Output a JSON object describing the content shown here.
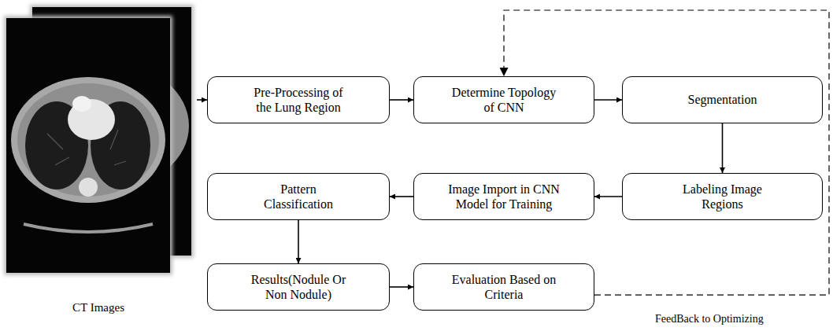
{
  "diagram": {
    "nodes": [
      {
        "text": [
          "CT Images"
        ]
      },
      {
        "text": [
          "Pre-Processing of the Lung Region"
        ]
      },
      {
        "text": [
          "Determine Topology of CNN"
        ]
      },
      {
        "text": [
          "Segmentation"
        ]
      },
      {
        "text": [
          "Pattern Classification"
        ]
      },
      {
        "text": [
          "Image Import in CNN Model for Training"
        ]
      },
      {
        "text": [
          "Labeling Image Regions"
        ]
      },
      {
        "text": [
          "Results(Nodule Or Non Nodule)"
        ]
      },
      {
        "text": [
          "Evaluation Based on Criteria"
        ]
      }
    ],
    "edges": [
      {
        "from": 0,
        "to": 1,
        "arrow": "to"
      },
      {
        "from": 1,
        "to": 2,
        "arrow": "to"
      },
      {
        "from": 2,
        "to": 3,
        "arrow": "to"
      },
      {
        "from": 3,
        "to": 6,
        "arrow": "to"
      },
      {
        "from": 6,
        "to": 5,
        "arrow": "to"
      },
      {
        "from": 5,
        "to": 4,
        "arrow": "to"
      },
      {
        "from": 4,
        "to": 7,
        "arrow": "to"
      },
      {
        "from": 7,
        "to": 8,
        "arrow": "to"
      },
      {
        "from": 8,
        "to": 2,
        "label": "FeedBack to Optimizing",
        "arrow": "to"
      }
    ]
  }
}
